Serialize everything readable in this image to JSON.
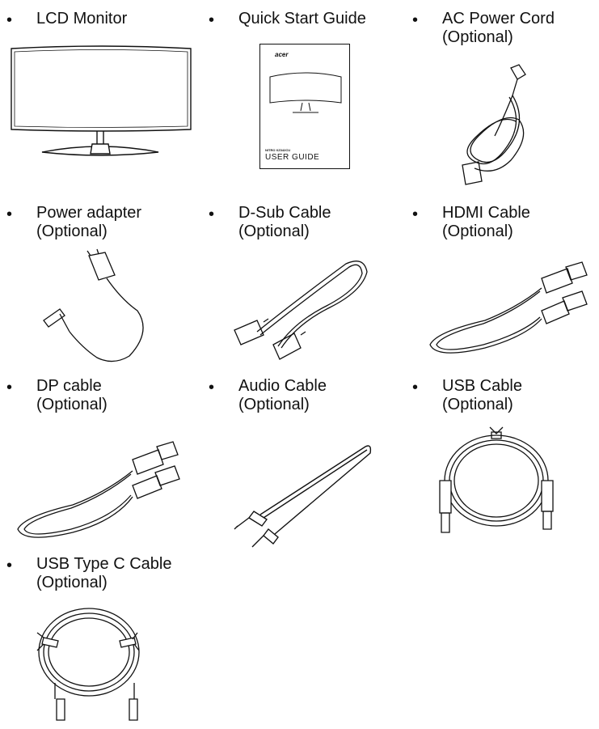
{
  "bullet": "•",
  "items": [
    {
      "line1": "LCD Monitor",
      "line2": "",
      "icon": "lcd-monitor-icon"
    },
    {
      "line1": "Quick Start Guide",
      "line2": "",
      "icon": "quick-start-guide-icon",
      "booklet": {
        "brand": "acer",
        "model": "NITRO XZ342CU",
        "footer": "USER GUIDE"
      }
    },
    {
      "line1": "AC Power Cord",
      "line2": "(Optional)",
      "icon": "ac-power-cord-icon"
    },
    {
      "line1": "Power adapter",
      "line2": "(Optional)",
      "icon": "power-adapter-icon"
    },
    {
      "line1": "D-Sub Cable",
      "line2": "(Optional)",
      "icon": "d-sub-cable-icon"
    },
    {
      "line1": "HDMI Cable",
      "line2": "(Optional)",
      "icon": "hdmi-cable-icon"
    },
    {
      "line1": "DP cable",
      "line2": "(Optional)",
      "icon": "dp-cable-icon"
    },
    {
      "line1": "Audio Cable",
      "line2": "(Optional)",
      "icon": "audio-cable-icon"
    },
    {
      "line1": "USB Cable",
      "line2": "(Optional)",
      "icon": "usb-cable-icon"
    },
    {
      "line1": "USB Type C Cable",
      "line2": "(Optional)",
      "icon": "usb-type-c-cable-icon"
    }
  ]
}
